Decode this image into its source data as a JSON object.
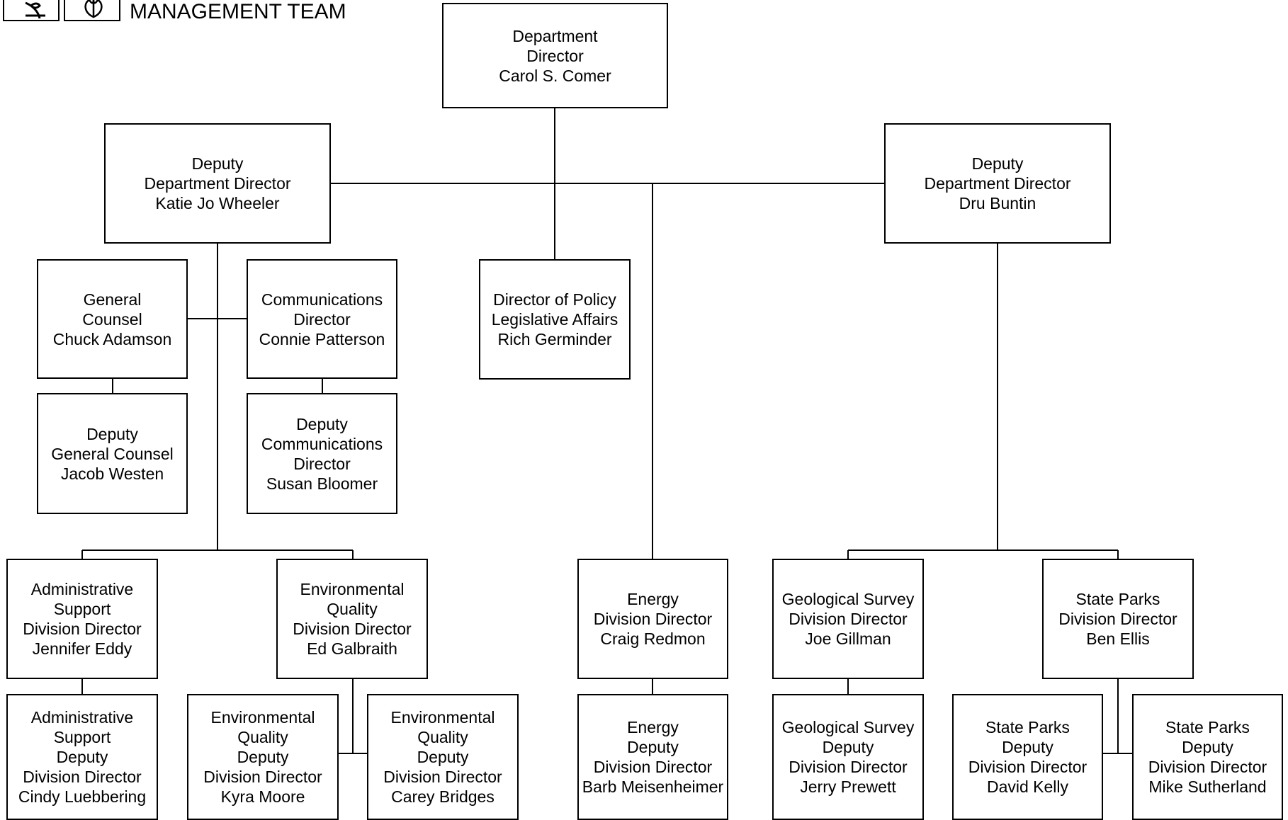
{
  "header": {
    "team_label": "MANAGEMENT TEAM"
  },
  "nodes": {
    "director": [
      "Department",
      "Director",
      "Carol S. Comer"
    ],
    "deputy_left": [
      "Deputy",
      "Department Director",
      "Katie Jo Wheeler"
    ],
    "deputy_right": [
      "Deputy",
      "Department Director",
      "Dru Buntin"
    ],
    "general_counsel": [
      "General",
      "Counsel",
      "Chuck Adamson"
    ],
    "comm_director": [
      "Communications",
      "Director",
      "Connie Patterson"
    ],
    "policy": [
      "Director of Policy",
      "Legislative Affairs",
      "Rich Germinder"
    ],
    "deputy_counsel": [
      "Deputy",
      "General Counsel",
      "Jacob Westen"
    ],
    "deputy_comm": [
      "Deputy",
      "Communications",
      "Director",
      "Susan Bloomer"
    ],
    "admin_director": [
      "Administrative",
      "Support",
      "Division Director",
      "Jennifer Eddy"
    ],
    "env_director": [
      "Environmental",
      "Quality",
      "Division Director",
      "Ed Galbraith"
    ],
    "energy_director": [
      "Energy",
      "Division Director",
      "Craig Redmon"
    ],
    "geo_director": [
      "Geological Survey",
      "Division Director",
      "Joe Gillman"
    ],
    "parks_director": [
      "State Parks",
      "Division Director",
      "Ben Ellis"
    ],
    "admin_deputy": [
      "Administrative",
      "Support",
      "Deputy",
      "Division Director",
      "Cindy Luebbering"
    ],
    "env_deputy_1": [
      "Environmental",
      "Quality",
      "Deputy",
      "Division Director",
      "Kyra Moore"
    ],
    "env_deputy_2": [
      "Environmental",
      "Quality",
      "Deputy",
      "Division Director",
      "Carey Bridges"
    ],
    "energy_deputy": [
      "Energy",
      "Deputy",
      "Division Director",
      "Barb Meisenheimer"
    ],
    "geo_deputy": [
      "Geological Survey",
      "Deputy",
      "Division Director",
      "Jerry Prewett"
    ],
    "parks_deputy_1": [
      "State Parks",
      "Deputy",
      "Division Director",
      "David Kelly"
    ],
    "parks_deputy_2": [
      "State Parks",
      "Deputy",
      "Division Director",
      "Mike Sutherland"
    ]
  }
}
